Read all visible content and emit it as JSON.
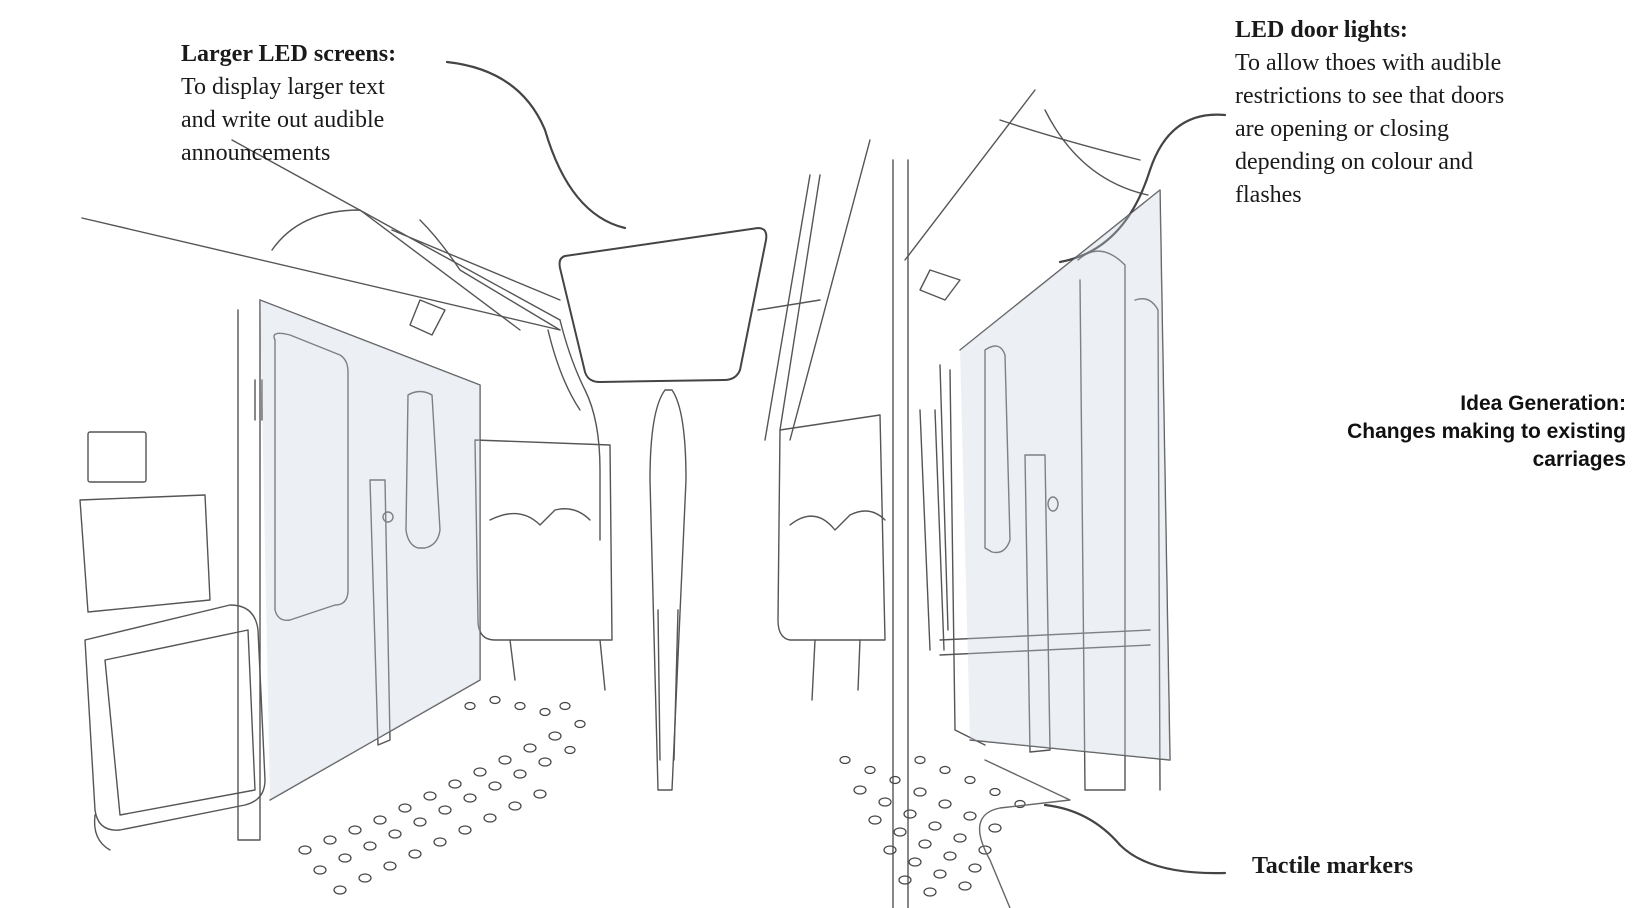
{
  "annotations": {
    "screens": {
      "title": "Larger LED screens:",
      "body": "To display larger text\nand write out audible\nannouncements"
    },
    "doors": {
      "title": "LED door lights:",
      "body": "To allow thoes with audible\nrestrictions to see that doors\nare opening or closing\ndepending on colour and\nflashes"
    },
    "tactile": {
      "title": "Tactile markers"
    }
  },
  "heading": {
    "line1": "Idea Generation:",
    "line2": "Changes making to existing",
    "line3": "carriages"
  },
  "colors": {
    "line": "#555555",
    "shade": "#c9d2e0",
    "leader": "#444444"
  }
}
